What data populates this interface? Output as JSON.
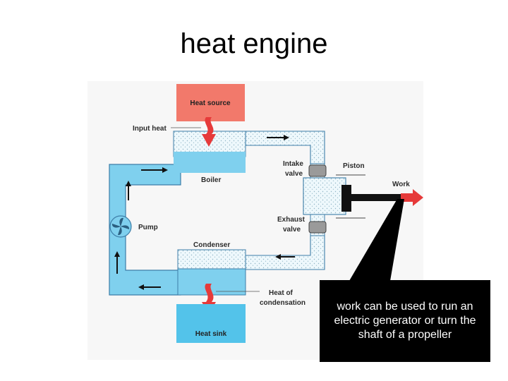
{
  "title": "heat engine",
  "diagram": {
    "heat_source": "Heat source",
    "input_heat": "Input heat",
    "boiler": "Boiler",
    "intake_valve_line1": "Intake",
    "intake_valve_line2": "valve",
    "piston": "Piston",
    "work": "Work",
    "exhaust_valve_line1": "Exhaust",
    "exhaust_valve_line2": "valve",
    "pump": "Pump",
    "condenser": "Condenser",
    "heat_of_condensation_line1": "Heat of",
    "heat_of_condensation_line2": "condensation",
    "heat_sink": "Heat sink"
  },
  "callout": "work can be used to run an electric generator or turn the shaft of a propeller",
  "colors": {
    "pipe": "#7fd0ee",
    "pipe_outline": "#3d7ea8",
    "heat_source": "#f2796b",
    "heat_sink": "#53c3ea",
    "arrow_red": "#e63a3a",
    "callout_bg": "#000000"
  }
}
